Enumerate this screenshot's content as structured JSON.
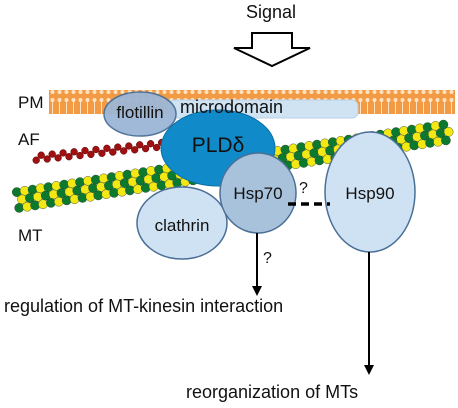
{
  "signal_label": "Signal",
  "side_labels": {
    "pm": "PM",
    "af": "AF",
    "mt": "MT"
  },
  "proteins": {
    "flotillin": "flotillin",
    "microdomain": "microdomain",
    "pld": "PLDδ",
    "clathrin": "clathrin",
    "hsp70": "Hsp70",
    "hsp90": "Hsp90"
  },
  "question_marks": {
    "interaction": "?",
    "downstream": "?"
  },
  "outcomes": {
    "kinesin": "regulation of MT-kinesin interaction",
    "reorganization": "reorganization of MTs"
  },
  "colors": {
    "membrane": "#f39a44",
    "membrane_dots": "#ffe2c2",
    "microdomain": "#cfe3f3",
    "actin": "#a01010",
    "mt_green": "#0b7a2e",
    "mt_yellow": "#f4e814",
    "pld_fill": "#118ac9",
    "pale_blue_fill": "#cfe2f3",
    "mid_blue_fill": "#a9c2dc",
    "flotillin_fill": "#9db6d6",
    "outline": "#4a6f96"
  }
}
